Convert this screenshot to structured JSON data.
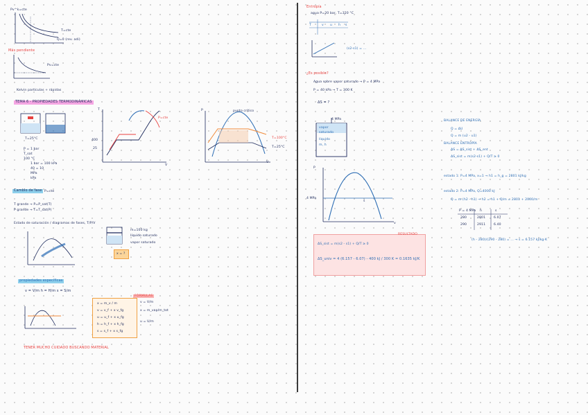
{
  "colors": {
    "red": "#e8413f",
    "blue": "#2a6bb3",
    "ink": "#1d2a5c",
    "pink_highlight": "#f5a6e3",
    "blue_highlight": "#8ed0ec"
  },
  "left": {
    "header_pv": "Pv^k=cte",
    "label_t_cte": "T=cte",
    "label_q0": "Q=0 (rev. adi)",
    "heading_red_1": "Más pendiente",
    "label_pv_cte": "Pv=cte",
    "note_1": "Kelvin partículas + rápidas",
    "heading_pink": "TEMA 6 - PROPIEDADES TERMODINÁMICAS",
    "vessel_label": "T=25°C",
    "list_lines": [
      "P = 1 bar",
      "T_sat",
      "100 °C",
      "1 bar = 100 kPa",
      "40 = 10",
      "MPa",
      "kPa"
    ],
    "graph1_labels": [
      "T",
      "400",
      "25",
      "V",
      "P=cte"
    ],
    "graph2_labels": [
      "P",
      "T=100°C",
      "T=25°C",
      "V",
      "punto crítico"
    ],
    "heading_blue": "Cambio de fase",
    "heading_blue_aside": "P=cte",
    "state_lines": [
      "T grande → P=P_sat(T)",
      "P grande → T=T_sat(P)"
    ],
    "note_2": "Estado de saturación / diagramas de fases, T/P/V",
    "piston_lines": [
      "m=100 kg",
      "líquido saturado",
      "vapor saturado"
    ],
    "sticky": "x = ?",
    "heading_specific": "propiedades específicas",
    "formula_specific": "v = V/m   h = H/m   s = S/m",
    "orange_box_title": "FÓRMULAS",
    "orange_box_lines": [
      "x = m_v / m",
      "v = v_f + x v_fg",
      "u = u_f + x u_fg",
      "h = h_f + x h_fg",
      "s = s_f + x s_fg"
    ],
    "right_formulas": [
      "v = V/m",
      "x = m_vap/m_tot",
      "u = U/m"
    ],
    "warning": "TENER MUCHO CUIDADO BUSCANDO MATERIAL"
  },
  "right": {
    "title_1": "Entropía",
    "line_1": "agua P=20 bar, T=320 °C",
    "table_labels": [
      "T",
      "v",
      "u",
      "h",
      "s"
    ],
    "formula_1": "(s2-s1) = ...",
    "heading_red": "¿Es posible?",
    "line_2": "Agua sobre vapor saturado → P = 4 MPa",
    "line_3": "P = 40 kPa → T = 300 K",
    "line_4": "ΔS = ?",
    "tank_title": "4 MPa",
    "tank_lines": [
      "vapor",
      "saturado",
      "líquido",
      "m, h"
    ],
    "graph_labels": [
      "P",
      "4 MPa",
      "s",
      "v"
    ],
    "balance_title": "BALANCE DE ENERGÍA",
    "balance_lines": [
      "Q = ΔU",
      "Q = m (u2 - u1)",
      "BALANCE ENTROPÍA",
      "ΔS = ΔS_sist + ΔS_ent",
      "ΔS_sist = m(s2-s1) + Q/T ≥ 0"
    ],
    "state_lines": [
      "estado 1: P=4 MPa, x=1 → h1 = h_g = 2801 kJ/kg",
      "estado 2: P=4 MPa, Q=4000 kJ",
      "Q = m (h2 - h1) → h2 = h1 + Q/m = 2801 + 2000/m"
    ],
    "table_head": [
      "P = 4 MPa",
      "h",
      "s"
    ],
    "table_rows": [
      [
        "280",
        "2801",
        "6.07"
      ],
      [
        "290",
        "2911",
        "6.40"
      ]
    ],
    "interp": "(h - 280)/(290 - 280) = ...  → s = 6.157 kJ/kg·K",
    "box_title": "RESULTADO",
    "box_line_1": "ΔS_sist = m(s2 - s1) + Q/T ≥ 0",
    "box_line_2": "ΔS_univ = 4 (6.157 - 6.07) - 400 kJ / 300 K = 0.1635 kJ/K"
  }
}
